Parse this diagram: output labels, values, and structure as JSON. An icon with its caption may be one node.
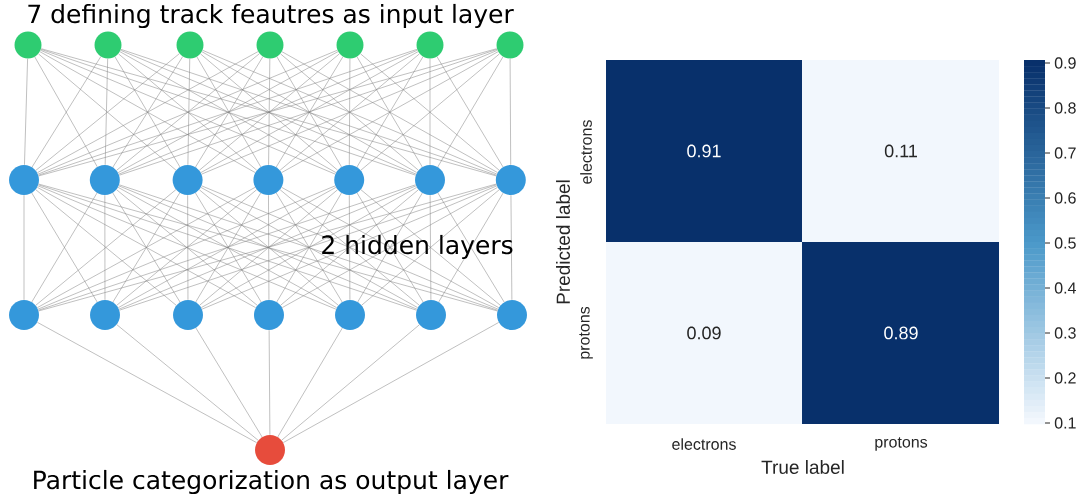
{
  "diagram": {
    "nodes": [
      {
        "text": [],
        "shape": "circle"
      },
      {
        "text": [],
        "shape": "circle"
      },
      {
        "text": [],
        "shape": "circle"
      },
      {
        "text": [],
        "shape": "circle"
      },
      {
        "text": [],
        "shape": "circle"
      },
      {
        "text": [],
        "shape": "circle"
      },
      {
        "text": [],
        "shape": "circle"
      },
      {
        "text": [],
        "shape": "circle"
      },
      {
        "text": [],
        "shape": "circle"
      },
      {
        "text": [],
        "shape": "circle"
      },
      {
        "text": [],
        "shape": "circle"
      },
      {
        "text": [],
        "shape": "circle"
      },
      {
        "text": [],
        "shape": "circle"
      },
      {
        "text": [],
        "shape": "circle"
      },
      {
        "text": [],
        "shape": "circle"
      },
      {
        "text": [],
        "shape": "circle"
      },
      {
        "text": [],
        "shape": "circle"
      },
      {
        "text": [],
        "shape": "circle"
      },
      {
        "text": [],
        "shape": "circle"
      },
      {
        "text": [],
        "shape": "circle"
      },
      {
        "text": [],
        "shape": "circle"
      },
      {
        "text": [],
        "shape": "circle"
      }
    ],
    "edges": [
      {
        "from": 0,
        "to": 7,
        "arrow": "none"
      },
      {
        "from": 0,
        "to": 8,
        "arrow": "none"
      },
      {
        "from": 0,
        "to": 9,
        "arrow": "none"
      },
      {
        "from": 0,
        "to": 10,
        "arrow": "none"
      },
      {
        "from": 0,
        "to": 11,
        "arrow": "none"
      },
      {
        "from": 0,
        "to": 12,
        "arrow": "none"
      },
      {
        "from": 0,
        "to": 13,
        "arrow": "none"
      },
      {
        "from": 1,
        "to": 7,
        "arrow": "none"
      },
      {
        "from": 1,
        "to": 8,
        "arrow": "none"
      },
      {
        "from": 1,
        "to": 9,
        "arrow": "none"
      },
      {
        "from": 1,
        "to": 10,
        "arrow": "none"
      },
      {
        "from": 1,
        "to": 11,
        "arrow": "none"
      },
      {
        "from": 1,
        "to": 12,
        "arrow": "none"
      },
      {
        "from": 1,
        "to": 13,
        "arrow": "none"
      },
      {
        "from": 2,
        "to": 7,
        "arrow": "none"
      },
      {
        "from": 2,
        "to": 8,
        "arrow": "none"
      },
      {
        "from": 2,
        "to": 9,
        "arrow": "none"
      },
      {
        "from": 2,
        "to": 10,
        "arrow": "none"
      },
      {
        "from": 2,
        "to": 11,
        "arrow": "none"
      },
      {
        "from": 2,
        "to": 12,
        "arrow": "none"
      },
      {
        "from": 2,
        "to": 13,
        "arrow": "none"
      },
      {
        "from": 3,
        "to": 7,
        "arrow": "none"
      },
      {
        "from": 3,
        "to": 8,
        "arrow": "none"
      },
      {
        "from": 3,
        "to": 9,
        "arrow": "none"
      },
      {
        "from": 3,
        "to": 10,
        "arrow": "none"
      },
      {
        "from": 3,
        "to": 11,
        "arrow": "none"
      },
      {
        "from": 3,
        "to": 12,
        "arrow": "none"
      },
      {
        "from": 3,
        "to": 13,
        "arrow": "none"
      },
      {
        "from": 4,
        "to": 7,
        "arrow": "none"
      },
      {
        "from": 4,
        "to": 8,
        "arrow": "none"
      },
      {
        "from": 4,
        "to": 9,
        "arrow": "none"
      },
      {
        "from": 4,
        "to": 10,
        "arrow": "none"
      },
      {
        "from": 4,
        "to": 11,
        "arrow": "none"
      },
      {
        "from": 4,
        "to": 12,
        "arrow": "none"
      },
      {
        "from": 4,
        "to": 13,
        "arrow": "none"
      },
      {
        "from": 5,
        "to": 7,
        "arrow": "none"
      },
      {
        "from": 5,
        "to": 8,
        "arrow": "none"
      },
      {
        "from": 5,
        "to": 9,
        "arrow": "none"
      },
      {
        "from": 5,
        "to": 10,
        "arrow": "none"
      },
      {
        "from": 5,
        "to": 11,
        "arrow": "none"
      },
      {
        "from": 5,
        "to": 12,
        "arrow": "none"
      },
      {
        "from": 5,
        "to": 13,
        "arrow": "none"
      },
      {
        "from": 6,
        "to": 7,
        "arrow": "none"
      },
      {
        "from": 6,
        "to": 8,
        "arrow": "none"
      },
      {
        "from": 6,
        "to": 9,
        "arrow": "none"
      },
      {
        "from": 6,
        "to": 10,
        "arrow": "none"
      },
      {
        "from": 6,
        "to": 11,
        "arrow": "none"
      },
      {
        "from": 6,
        "to": 12,
        "arrow": "none"
      },
      {
        "from": 6,
        "to": 13,
        "arrow": "none"
      },
      {
        "from": 7,
        "to": 14,
        "arrow": "none"
      },
      {
        "from": 7,
        "to": 15,
        "arrow": "none"
      },
      {
        "from": 7,
        "to": 16,
        "arrow": "none"
      },
      {
        "from": 7,
        "to": 17,
        "arrow": "none"
      },
      {
        "from": 7,
        "to": 18,
        "arrow": "none"
      },
      {
        "from": 7,
        "to": 19,
        "arrow": "none"
      },
      {
        "from": 7,
        "to": 20,
        "arrow": "none"
      },
      {
        "from": 8,
        "to": 14,
        "arrow": "none"
      },
      {
        "from": 8,
        "to": 15,
        "arrow": "none"
      },
      {
        "from": 8,
        "to": 16,
        "arrow": "none"
      },
      {
        "from": 8,
        "to": 17,
        "arrow": "none"
      },
      {
        "from": 8,
        "to": 18,
        "arrow": "none"
      },
      {
        "from": 8,
        "to": 19,
        "arrow": "none"
      },
      {
        "from": 8,
        "to": 20,
        "arrow": "none"
      },
      {
        "from": 9,
        "to": 14,
        "arrow": "none"
      },
      {
        "from": 9,
        "to": 15,
        "arrow": "none"
      },
      {
        "from": 9,
        "to": 16,
        "arrow": "none"
      },
      {
        "from": 9,
        "to": 17,
        "arrow": "none"
      },
      {
        "from": 9,
        "to": 18,
        "arrow": "none"
      },
      {
        "from": 9,
        "to": 19,
        "arrow": "none"
      },
      {
        "from": 9,
        "to": 20,
        "arrow": "none"
      },
      {
        "from": 10,
        "to": 14,
        "arrow": "none"
      },
      {
        "from": 10,
        "to": 15,
        "arrow": "none"
      },
      {
        "from": 10,
        "to": 16,
        "arrow": "none"
      },
      {
        "from": 10,
        "to": 17,
        "arrow": "none"
      },
      {
        "from": 10,
        "to": 18,
        "arrow": "none"
      },
      {
        "from": 10,
        "to": 19,
        "arrow": "none"
      },
      {
        "from": 10,
        "to": 20,
        "arrow": "none"
      },
      {
        "from": 11,
        "to": 14,
        "arrow": "none"
      },
      {
        "from": 11,
        "to": 15,
        "arrow": "none"
      },
      {
        "from": 11,
        "to": 16,
        "arrow": "none"
      },
      {
        "from": 11,
        "to": 17,
        "arrow": "none"
      },
      {
        "from": 11,
        "to": 18,
        "arrow": "none"
      },
      {
        "from": 11,
        "to": 19,
        "arrow": "none"
      },
      {
        "from": 11,
        "to": 20,
        "arrow": "none"
      },
      {
        "from": 12,
        "to": 14,
        "arrow": "none"
      },
      {
        "from": 12,
        "to": 15,
        "arrow": "none"
      },
      {
        "from": 12,
        "to": 16,
        "arrow": "none"
      },
      {
        "from": 12,
        "to": 17,
        "arrow": "none"
      },
      {
        "from": 12,
        "to": 18,
        "arrow": "none"
      },
      {
        "from": 12,
        "to": 19,
        "arrow": "none"
      },
      {
        "from": 12,
        "to": 20,
        "arrow": "none"
      },
      {
        "from": 13,
        "to": 14,
        "arrow": "none"
      },
      {
        "from": 13,
        "to": 15,
        "arrow": "none"
      },
      {
        "from": 13,
        "to": 16,
        "arrow": "none"
      },
      {
        "from": 13,
        "to": 17,
        "arrow": "none"
      },
      {
        "from": 13,
        "to": 18,
        "arrow": "none"
      },
      {
        "from": 13,
        "to": 19,
        "arrow": "none"
      },
      {
        "from": 13,
        "to": 20,
        "arrow": "none"
      },
      {
        "from": 14,
        "to": 21,
        "arrow": "none"
      },
      {
        "from": 15,
        "to": 21,
        "arrow": "none"
      },
      {
        "from": 16,
        "to": 21,
        "arrow": "none"
      },
      {
        "from": 17,
        "to": 21,
        "arrow": "none"
      },
      {
        "from": 18,
        "to": 21,
        "arrow": "none"
      },
      {
        "from": 19,
        "to": 21,
        "arrow": "none"
      },
      {
        "from": 20,
        "to": 21,
        "arrow": "none"
      }
    ],
    "labels": [
      "7 defining track feautres as input layer",
      "2 hidden layers",
      "0.91",
      "0.11",
      "0.09",
      "0.89",
      "electrons",
      "protons",
      "Predicted label",
      "electrons",
      "protons",
      "True label",
      "0.9",
      "0.8",
      "0.7",
      "0.6",
      "0.5",
      "0.4",
      "0.3",
      "0.2",
      "0.1",
      "Particle categorization as output layer"
    ]
  }
}
